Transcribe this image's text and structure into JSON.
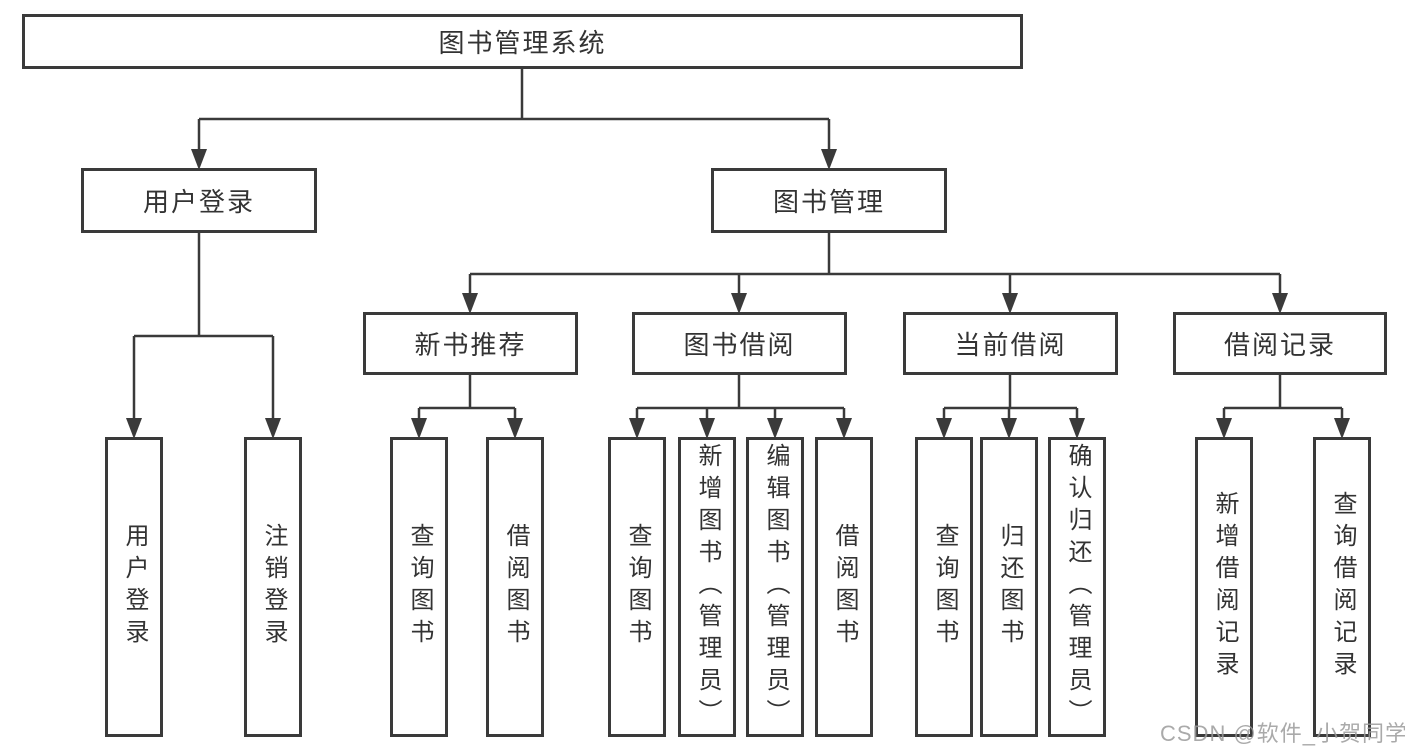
{
  "diagram": {
    "title": "图书管理系统",
    "level2": {
      "user_login": "用户登录",
      "book_management": "图书管理"
    },
    "level3": {
      "new_book_recommend": "新书推荐",
      "book_borrow": "图书借阅",
      "current_borrow": "当前借阅",
      "borrow_records": "借阅记录"
    },
    "leaves": {
      "user_login": [
        "用户登录",
        "注销登录"
      ],
      "new_book_recommend": [
        "查询图书",
        "借阅图书"
      ],
      "book_borrow": [
        "查询图书",
        "新增图书（管理员）",
        "编辑图书（管理员）",
        "借阅图书"
      ],
      "current_borrow": [
        "查询图书",
        "归还图书",
        "确认归还（管理员）"
      ],
      "borrow_records": [
        "新增借阅记录",
        "查询借阅记录"
      ]
    }
  },
  "watermark": "CSDN @软件_小贺同学",
  "colors": {
    "line": "#3a3a3a",
    "text": "#333333",
    "background": "#ffffff",
    "watermark_gray": "#9b9b9b"
  }
}
